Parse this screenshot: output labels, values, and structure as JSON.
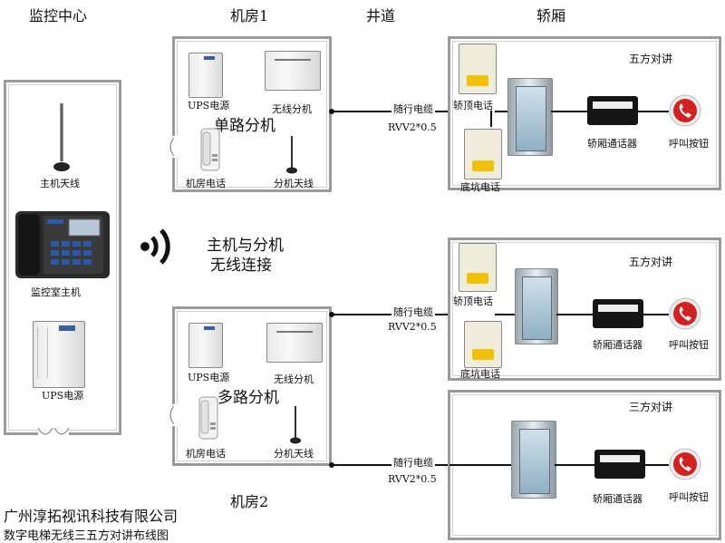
{
  "headers": {
    "monitor_center": "监控中心",
    "room1": "机房1",
    "shaft": "井道",
    "car": "轿厢",
    "room2": "机房2"
  },
  "center": {
    "main_antenna": "主机天线",
    "host": "监控室主机",
    "ups": "UPS电源"
  },
  "wireless_link": {
    "line1": "主机与分机",
    "line2": "无线连接"
  },
  "room1": {
    "ups": "UPS电源",
    "wireless_ext": "无线分机",
    "title": "单路分机",
    "phone": "机房电话",
    "ext_antenna": "分机天线"
  },
  "room2": {
    "ups": "UPS电源",
    "wireless_ext": "无线分机",
    "title": "多路分机",
    "phone": "机房电话",
    "ext_antenna": "分机天线"
  },
  "cables": [
    {
      "name": "随行电缆",
      "spec": "RVV2*0.5"
    },
    {
      "name": "随行电缆",
      "spec": "RVV2*0.5"
    },
    {
      "name": "随行电缆",
      "spec": "RVV2*0.5"
    }
  ],
  "car1": {
    "mode": "五方对讲",
    "top_phone": "轿顶电话",
    "pit_phone": "底坑电话",
    "intercom": "轿厢通话器",
    "call_button": "呼叫按钮"
  },
  "car2": {
    "mode": "五方对讲",
    "top_phone": "轿顶电话",
    "pit_phone": "底坑电话",
    "intercom": "轿厢通话器",
    "call_button": "呼叫按钮"
  },
  "car3": {
    "mode": "三方对讲",
    "intercom": "轿厢通话器",
    "call_button": "呼叫按钮"
  },
  "footer": {
    "company": "广州淳拓视讯科技有限公司",
    "caption": "数字电梯无线三五方对讲布线图"
  },
  "colors": {
    "wall": "#9a9a9a",
    "wire": "#111111",
    "call_button_red": "#d32020",
    "host_keypad_blue": "#2a5aa8"
  }
}
